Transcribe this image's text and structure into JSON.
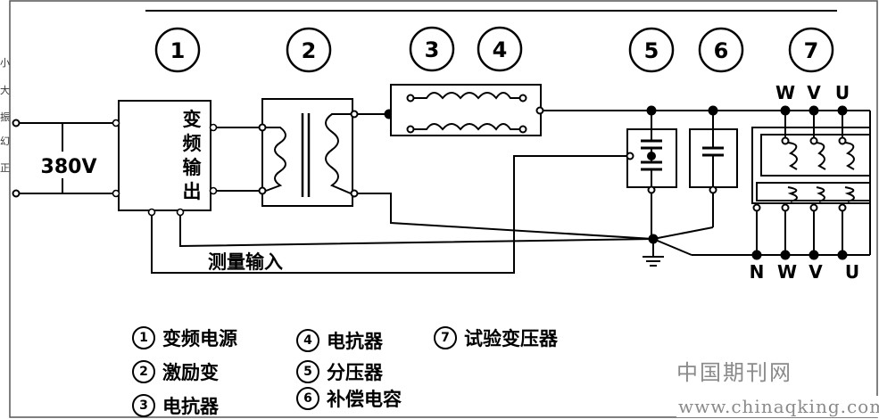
{
  "left_cut_text": [
    "小",
    "大",
    "振",
    "幻",
    "正"
  ],
  "labels": {
    "circle_1": "1",
    "circle_2": "2",
    "circle_3": "3",
    "circle_4": "4",
    "circle_5": "5",
    "circle_6": "6",
    "circle_7": "7",
    "source_voltage": "380V",
    "vfd_output": [
      "变",
      "频",
      "输",
      "出"
    ],
    "measure_input": "测量输入",
    "top_terminals": [
      "W",
      "V",
      "U"
    ],
    "bottom_terminals": [
      "N",
      "W",
      "V",
      "U"
    ]
  },
  "legend": [
    {
      "num": "1",
      "text": "变频电源"
    },
    {
      "num": "2",
      "text": "激励变"
    },
    {
      "num": "3",
      "text": "电抗器"
    },
    {
      "num": "4",
      "text": "电抗器"
    },
    {
      "num": "5",
      "text": "分压器"
    },
    {
      "num": "6",
      "text": "补偿电容"
    },
    {
      "num": "7",
      "text": "试验变压器"
    }
  ],
  "watermark": {
    "cn": "中国期刊网",
    "url": "www.chinaqking.com"
  }
}
